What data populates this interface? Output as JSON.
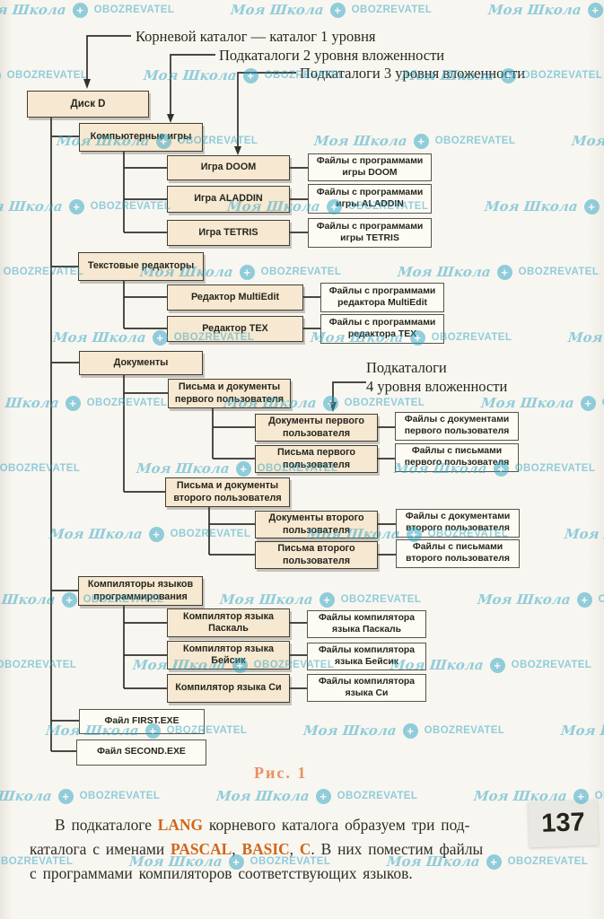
{
  "watermark": {
    "school": "Моя Школа",
    "brand": "OBOZREVATEL",
    "badge_glyph": "+",
    "color": "#2ba4c6"
  },
  "annotations": {
    "level1": "Корневой каталог — каталог 1 уровня",
    "level2": "Подкаталоги 2 уровня вложенности",
    "level3": "Подкаталоги 3 уровня вложенности",
    "level4_line1": "Подкаталоги",
    "level4_line2": "4 уровня вложенности"
  },
  "tree": {
    "disk_d": "Диск D",
    "computer_games": "Компьютерные игры",
    "game_doom": "Игра DOOM",
    "files_doom": "Файлы с программами игры DOOM",
    "game_aladdin": "Игра ALADDIN",
    "files_aladdin": "Файлы с программами игры ALADDIN",
    "game_tetris": "Игра TETRIS",
    "files_tetris": "Файлы с программами игры TETRIS",
    "text_editors": "Текстовые редакторы",
    "editor_multiedit": "Редактор MultiEdit",
    "files_multiedit": "Файлы с программами редактора MultiEdit",
    "editor_tex": "Редактор TEX",
    "files_tex": "Файлы с программами редактора TEX",
    "documents": "Документы",
    "letters_docs_user1": "Письма и документы первого пользователя",
    "docs_user1": "Документы первого пользователя",
    "files_docs_user1": "Файлы с документами первого пользователя",
    "letters_user1": "Письма первого пользователя",
    "files_letters_user1": "Файлы с письмами первого пользователя",
    "letters_docs_user2": "Письма и документы второго пользователя",
    "docs_user2": "Документы второго пользователя",
    "files_docs_user2": "Файлы с документами второго пользователя",
    "letters_user2": "Письма второго пользователя",
    "files_letters_user2": "Файлы с письмами второго пользователя",
    "compilers": "Компиляторы языков программирования",
    "compiler_pascal": "Компилятор языка Паскаль",
    "files_pascal": "Файлы компилятора языка Паскаль",
    "compiler_basic": "Компилятор языка Бейсик",
    "files_basic": "Файлы компилятора языка Бейсик",
    "compiler_c": "Компилятор языка Си",
    "files_c": "Файлы компилятора языка Си",
    "file_first": "Файл FIRST.EXE",
    "file_second": "Файл SECOND.EXE"
  },
  "figure": {
    "caption": "Рис. 1"
  },
  "paragraph": {
    "s1": "В подкаталоге ",
    "s2": "LANG",
    "s3": " корневого каталога образуем три под-",
    "s4": "каталога с именами ",
    "s5": "PASCAL",
    "s6": ", ",
    "s7": "BASIC",
    "s8": ", ",
    "s9": "C",
    "s10": ". В них поместим файлы",
    "s11": "с программами компиляторов соответствующих языков."
  },
  "page": {
    "number": "137"
  },
  "colors": {
    "folder_fill": "#f6e8d1",
    "file_fill": "#fdfbf4",
    "line": "#31302a",
    "accent_orange": "#cf661b",
    "caption_coral": "#e98f63",
    "watermark_teal": "#2ba4c6"
  }
}
